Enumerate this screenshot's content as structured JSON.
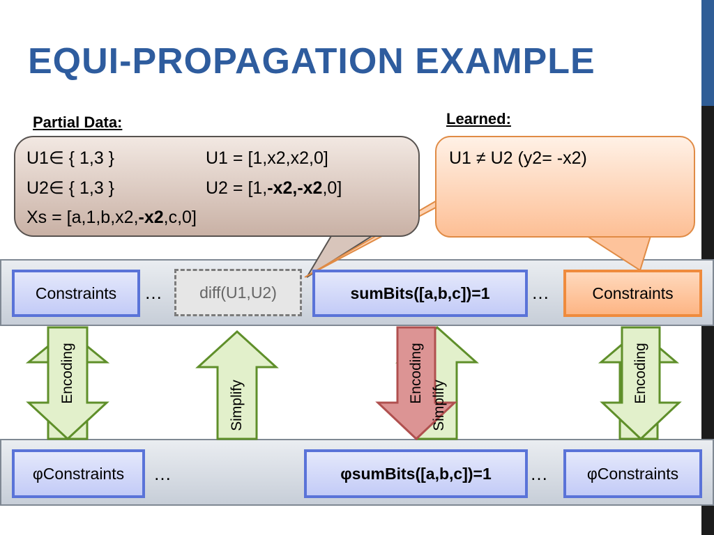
{
  "slide": {
    "title": "EQUI-PROPAGATION EXAMPLE"
  },
  "partial": {
    "heading": "Partial Data:",
    "u1_domain": "U1∈  { 1,3 }",
    "u1_bits": "U1 = [1,x2,x2,0]",
    "u2_domain": "U2∈  { 1,3 }",
    "u2_bits_prefix": "U2 = [1,",
    "u2_bits_bold": "-x2,-x2",
    "u2_bits_suffix": ",0]",
    "xs_prefix": "Xs = [a,1,b,x2,",
    "xs_bold": "-x2",
    "xs_suffix": ",c,0]"
  },
  "learned": {
    "heading": "Learned:",
    "text": "U1 ≠ U2  (y2= -x2)"
  },
  "top_row": {
    "constraints_left": "Constraints",
    "dots_left": "…",
    "diff": "diff(U1,U2)",
    "sumbits": "sumBits([a,b,c])=1",
    "dots_right": "…",
    "constraints_right": "Constraints"
  },
  "bottom_row": {
    "phi_constraints_left": "φConstraints",
    "dots_left": "…",
    "phi_sumbits": "φsumBits([a,b,c])=1",
    "dots_right": "…",
    "phi_constraints_right": "φConstraints"
  },
  "arrows": {
    "encoding": "Encoding",
    "simplify": "Simplify",
    "simplify_partial": "Simplify"
  },
  "colors": {
    "title": "#2e5c9e",
    "green_fill": "#e2f0cb",
    "green_stroke": "#5f8f2a",
    "red_fill": "#dc9494",
    "red_stroke": "#b0504f",
    "orange_stroke": "#e08b45"
  }
}
